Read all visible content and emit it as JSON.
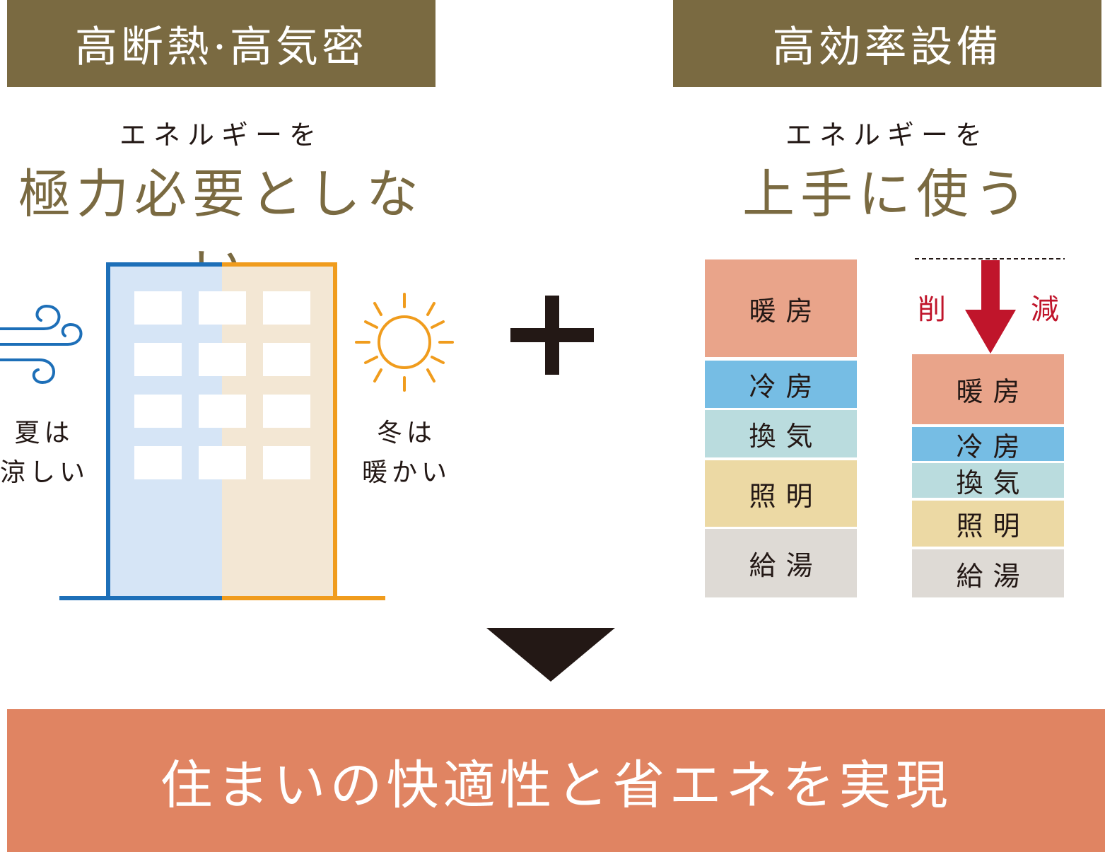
{
  "left": {
    "header": "高断熱·高気密",
    "subtitle_small": "エネルギーを",
    "subtitle_big": "極力必要としない",
    "summer_text": "夏は\n涼しい",
    "winter_text": "冬は\n暖かい"
  },
  "right": {
    "header": "高効率設備",
    "subtitle_small": "エネルギーを",
    "subtitle_big": "上手に使う",
    "reduction_label_left": "削",
    "reduction_label_right": "減",
    "before_bars": [
      {
        "label": "暖房",
        "color": "#e9a48a"
      },
      {
        "label": "冷房",
        "color": "#76bde4"
      },
      {
        "label": "換気",
        "color": "#badcde"
      },
      {
        "label": "照明",
        "color": "#ecd9a4"
      },
      {
        "label": "給湯",
        "color": "#dedad5"
      }
    ],
    "after_bars": [
      {
        "label": "暖房",
        "color": "#e9a48a"
      },
      {
        "label": "冷房",
        "color": "#76bde4"
      },
      {
        "label": "換気",
        "color": "#badcde"
      },
      {
        "label": "照明",
        "color": "#ecd9a4"
      },
      {
        "label": "給湯",
        "color": "#dedad5"
      }
    ]
  },
  "result": "住まいの快適性と省エネを実現",
  "colors": {
    "header_bg": "#7a6a41",
    "result_bg": "#e08462",
    "summer_blue": "#1d6fb8",
    "winter_orange": "#f09c1d",
    "reduction_red": "#c0152b",
    "dark": "#231815"
  }
}
